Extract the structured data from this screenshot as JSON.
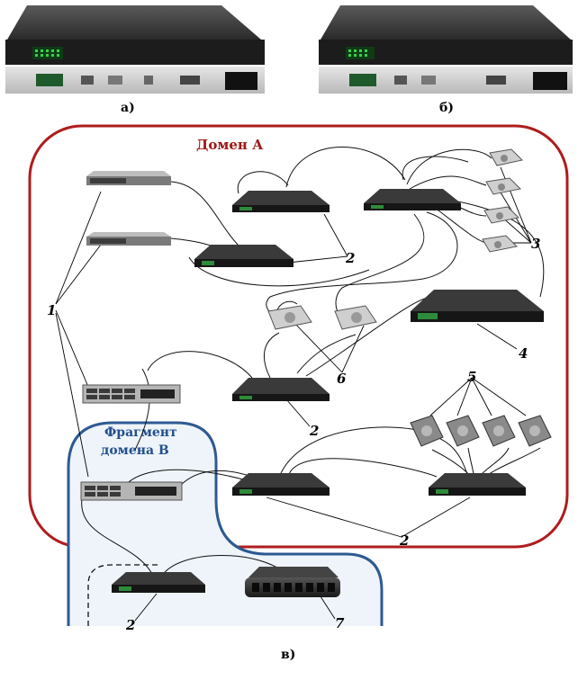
{
  "photo_labels": {
    "a": "а)",
    "b": "б)",
    "c": "в)"
  },
  "domain_a": {
    "title": "Домен А"
  },
  "domain_b": {
    "title_line1": "Фрагмент",
    "title_line2": "домена В"
  },
  "callouts": {
    "servers": "1",
    "switches_top": "2",
    "switches_mid": "2",
    "switches_bottom": "2",
    "switches_domain_b": "2",
    "disks_right": "3",
    "storage_array": "4",
    "disks_bottom": "5",
    "disks_center": "6",
    "enclosure": "7"
  },
  "colors": {
    "domain_a_border": "#b01c1c",
    "domain_b_border": "#2e5a92",
    "domain_b_fill": "#eef4fa",
    "device_dark": "#262626",
    "device_light": "#cfcfcf"
  }
}
